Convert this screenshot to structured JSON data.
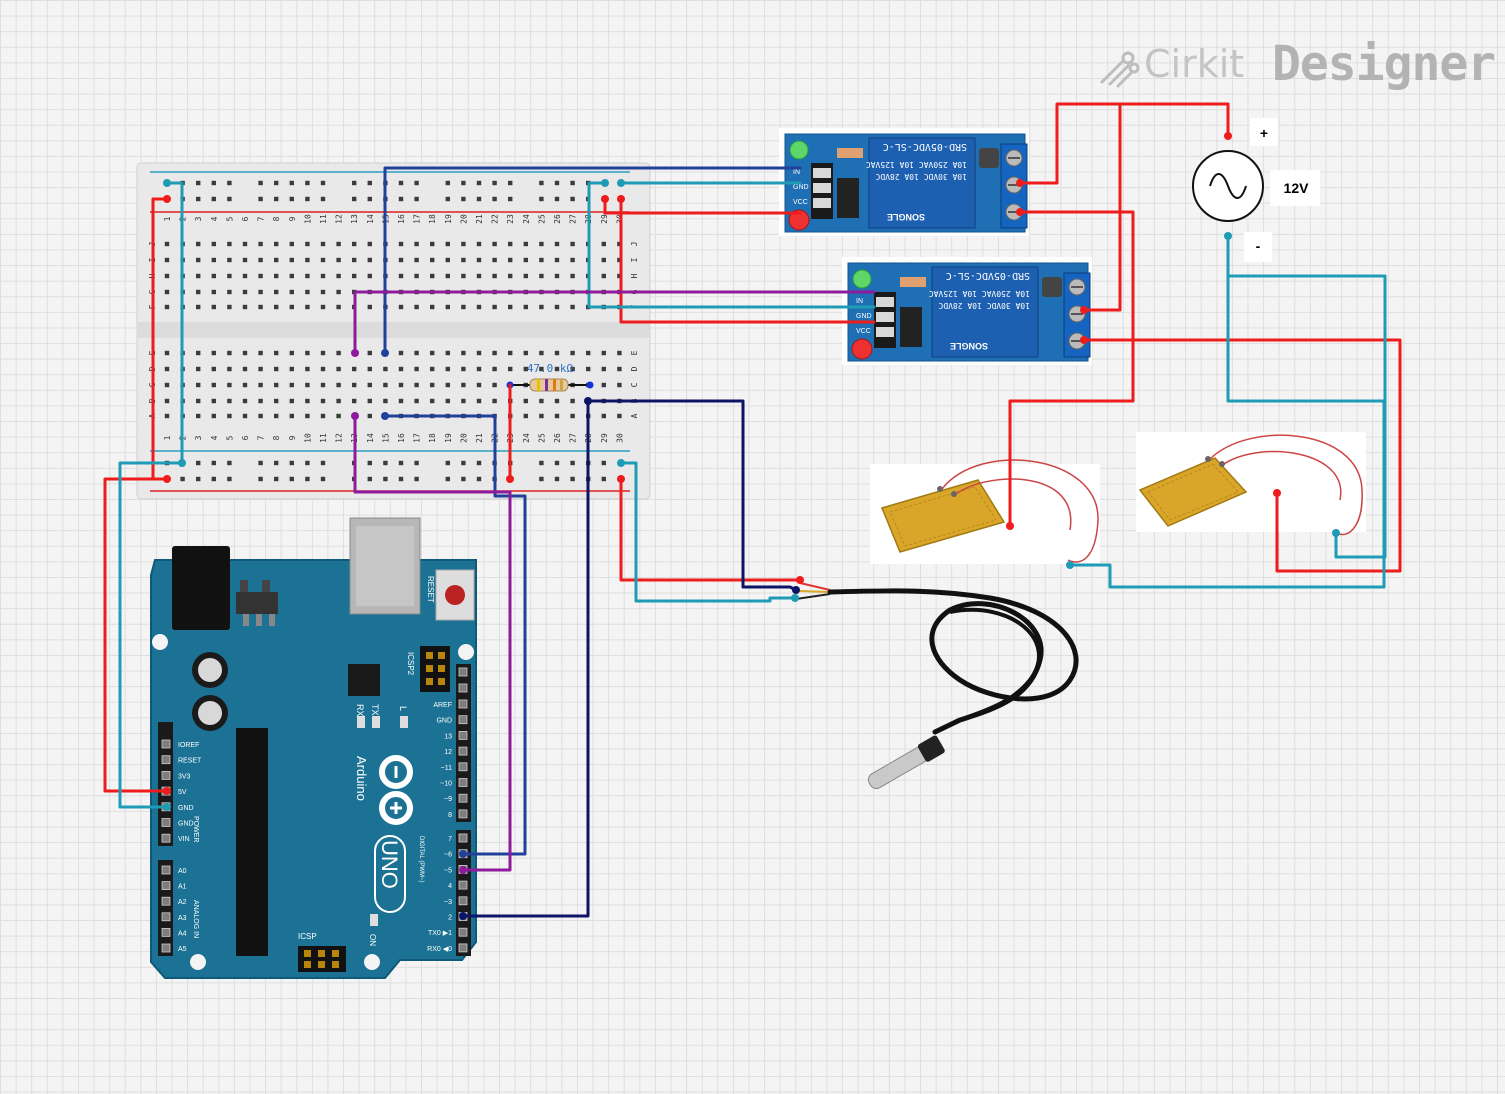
{
  "brand": {
    "prefix": "Cirkit",
    "suffix": "Designer"
  },
  "colors": {
    "wire_red": "#ee1c1c",
    "wire_teal": "#1e9bb5",
    "wire_blue": "#21409a",
    "wire_navy": "#0c1466",
    "wire_purple": "#8e1a9c",
    "board_blue": "#1b7294",
    "relay_blue": "#1f6fb5"
  },
  "power_source": {
    "voltage": "12V",
    "plus": "+",
    "minus": "-"
  },
  "resistor": {
    "value": "47.0 kΩ"
  },
  "breadboard": {
    "columns": [
      "1",
      "2",
      "3",
      "4",
      "5",
      "6",
      "7",
      "8",
      "9",
      "10",
      "11",
      "12",
      "13",
      "14",
      "15",
      "16",
      "17",
      "18",
      "19",
      "20",
      "21",
      "22",
      "23",
      "24",
      "25",
      "26",
      "27",
      "28",
      "29",
      "30"
    ],
    "rows_top": [
      "J",
      "I",
      "H",
      "G",
      "F"
    ],
    "rows_bottom": [
      "E",
      "D",
      "C",
      "B",
      "A"
    ]
  },
  "relay": {
    "model": "SRD-05VDC-SL-C",
    "ratings": [
      "10A 250VAC 10A 125VAC",
      "10A 30VDC 10A 28VDC"
    ],
    "brand": "SONGLE",
    "pins": [
      "IN",
      "GND",
      "VCC"
    ]
  },
  "arduino": {
    "name": "Arduino",
    "model": "UNO",
    "reset": "RESET",
    "icsp2": "ICSP2",
    "icsp": "ICSP",
    "on": "ON",
    "led_l": "L",
    "tx": "TX",
    "rx": "RX",
    "power_section": "POWER",
    "analog_section": "ANALOG IN",
    "digital_section": "DIGITAL (PWM~)",
    "power_pins": [
      "IOREF",
      "RESET",
      "3V3",
      "5V",
      "GND",
      "GND",
      "VIN"
    ],
    "analog_pins": [
      "A0",
      "A1",
      "A2",
      "A3",
      "A4",
      "A5"
    ],
    "digital_top": [
      "AREF",
      "GND",
      "13",
      "12",
      "~11",
      "~10",
      "~9",
      "8"
    ],
    "digital_bottom": [
      "7",
      "~6",
      "~5",
      "4",
      "~3",
      "2",
      "TX0 ▶1",
      "RX0 ◀0"
    ]
  }
}
